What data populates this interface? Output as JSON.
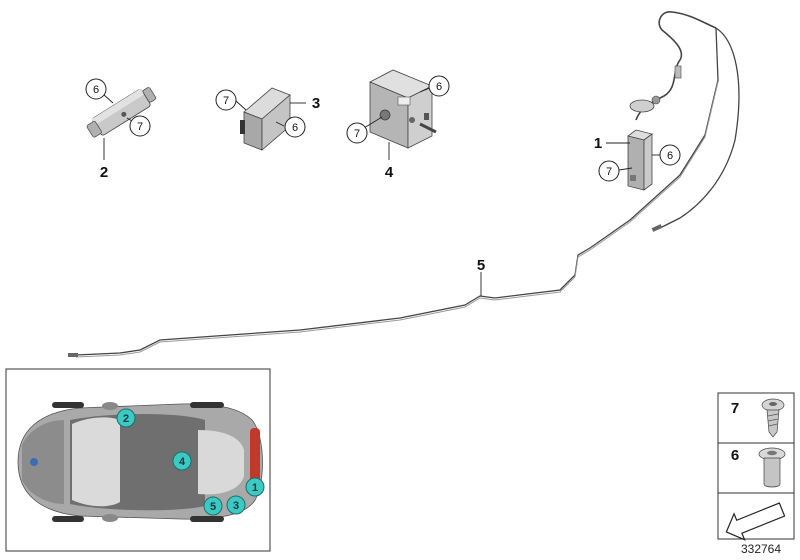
{
  "parts": [
    {
      "ref": "1",
      "circle_refs": [
        "7",
        "6"
      ]
    },
    {
      "ref": "2",
      "circle_refs": [
        "6",
        "7"
      ]
    },
    {
      "ref": "3",
      "circle_refs": [
        "7",
        "6"
      ]
    },
    {
      "ref": "4",
      "circle_refs": [
        "7",
        "6"
      ]
    },
    {
      "ref": "5",
      "circle_refs": []
    }
  ],
  "location_markers": [
    "2",
    "4",
    "1",
    "5",
    "3"
  ],
  "legend": [
    {
      "ref": "7",
      "name": "screw-icon"
    },
    {
      "ref": "6",
      "name": "rivet-nut-icon"
    }
  ],
  "diagram_id": "332764",
  "colors": {
    "marker_fill": "#3cc9c4",
    "line": "#222222",
    "part_grey": "#b9b9b9",
    "car_body": "#a9a9a9"
  }
}
